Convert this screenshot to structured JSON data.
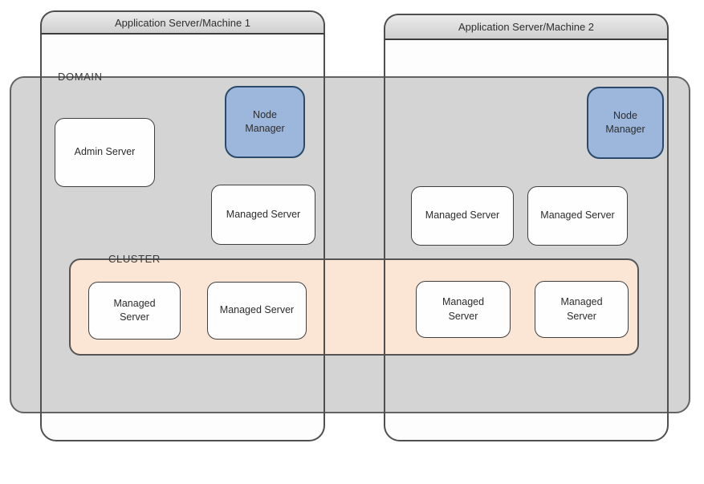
{
  "domain": {
    "label": "DOMAIN"
  },
  "cluster": {
    "label": "CLUSTER"
  },
  "machines": [
    {
      "title": "Application Server/Machine 1"
    },
    {
      "title": "Application Server/Machine 2"
    }
  ],
  "boxes": {
    "admin_server": "Admin Server",
    "node_manager": "Node Manager",
    "managed_server": "Managed Server"
  },
  "colors": {
    "domain_fill": "#d4d4d4",
    "cluster_fill": "#fbe6d6",
    "node_manager_fill": "#9db7dc",
    "node_manager_border": "#2b4a6b",
    "header_fill_top": "#ececec",
    "header_fill_bottom": "#cfcfcf",
    "box_border": "#3f3f3f"
  }
}
